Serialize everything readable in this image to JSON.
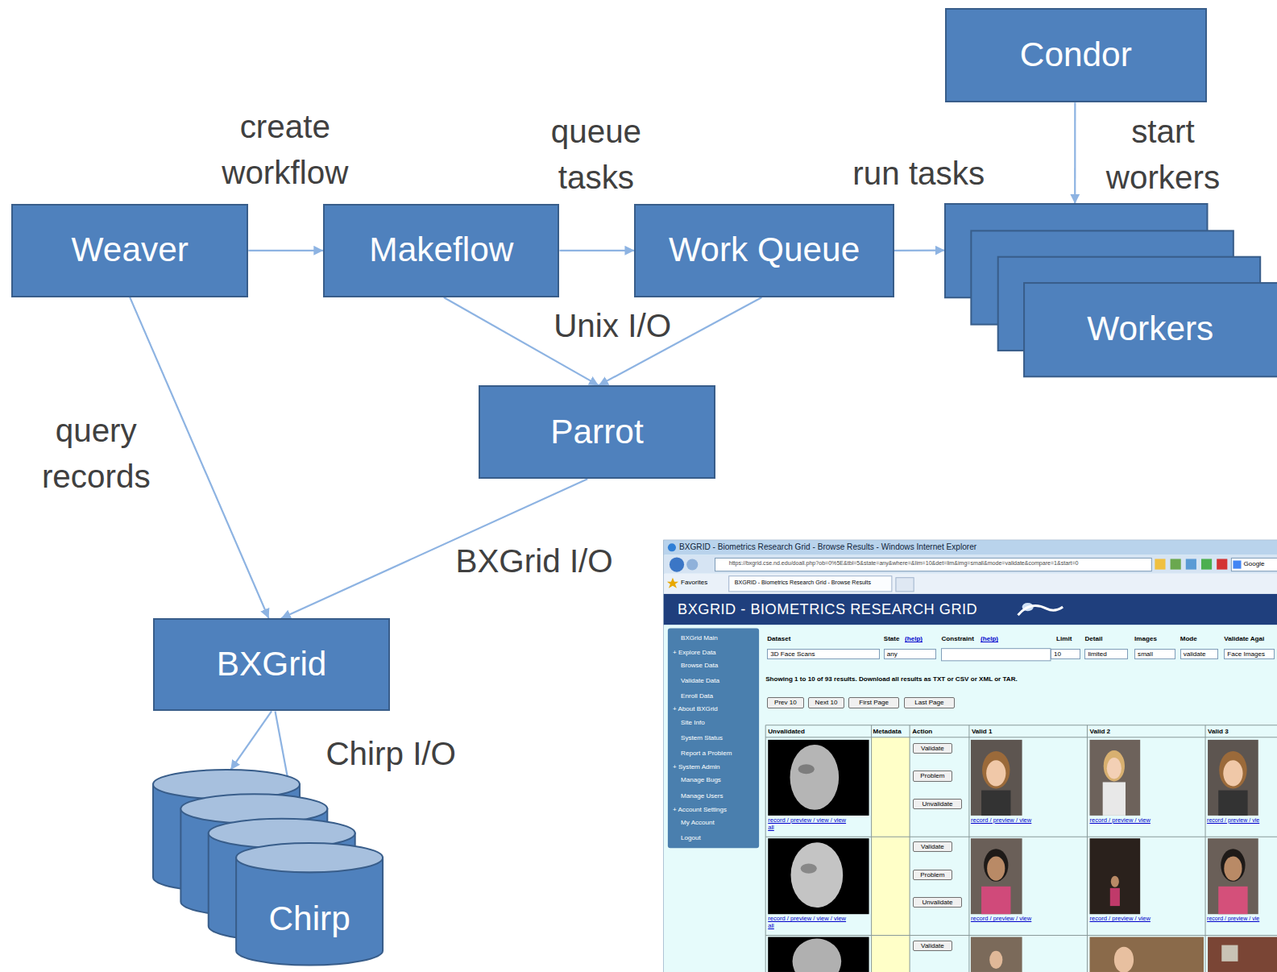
{
  "diagram": {
    "nodes": [
      {
        "text": [
          "Condor"
        ]
      },
      {
        "text": [
          "Weaver"
        ]
      },
      {
        "text": [
          "Makeflow"
        ]
      },
      {
        "text": [
          "Work Queue"
        ]
      },
      {
        "text": [
          "Workers"
        ]
      },
      {
        "text": [
          "Parrot"
        ]
      },
      {
        "text": [
          "BXGrid"
        ]
      },
      {
        "text": [
          "Chirp"
        ]
      }
    ],
    "edges": [
      {
        "from": 1,
        "to": 2,
        "label": "create workflow",
        "arrow": "to"
      },
      {
        "from": 2,
        "to": 3,
        "label": "queue tasks",
        "arrow": "to"
      },
      {
        "from": 3,
        "to": 4,
        "label": "run tasks",
        "arrow": "to"
      },
      {
        "from": 0,
        "to": 4,
        "label": "start workers",
        "arrow": "to"
      },
      {
        "from": 2,
        "to": 5,
        "label": "Unix I/O",
        "arrow": "to"
      },
      {
        "from": 3,
        "to": 5,
        "arrow": "to"
      },
      {
        "from": 1,
        "to": 6,
        "label": "query records",
        "arrow": "to"
      },
      {
        "from": 5,
        "to": 6,
        "label": "BXGrid I/O",
        "arrow": "to"
      },
      {
        "from": 6,
        "to": 7,
        "label": "Chirp I/O",
        "arrow": "to"
      },
      {
        "from": 6,
        "to": 7,
        "arrow": "to"
      }
    ],
    "labels": [
      "BXGRID - Biometrics Research Grid - Browse Results - Windows Internet Explorer",
      "https://bxgrid.cse.nd.edu/doall.php?ob=0%5E&tbl=5&state=any&where=&lim=10&det=lim&img=small&mode=validate&compare=1&start=0",
      "Google",
      "Favorites",
      "BXGRID - Biometrics Research Grid - Browse Results",
      "BXGRID - BIOMETRICS RESEARCH GRID",
      "BXGrid Main",
      "+ Explore Data",
      "Browse Data",
      "Validate Data",
      "Enroll Data",
      "+ About BXGrid",
      "Site Info",
      "System Status",
      "Report a Problem",
      "+ System Admin",
      "Manage Bugs",
      "Manage Users",
      "+ Account Settings",
      "My Account",
      "Logout",
      "Dataset",
      "State",
      "(help)",
      "Constraint",
      "(help)",
      "Limit",
      "Detail",
      "Images",
      "Mode",
      "Validate Agai",
      "3D Face Scans",
      "any",
      "10",
      "limited",
      "small",
      "validate",
      "Face Images",
      "Showing 1 to 10 of 93 results. Download all results as TXT or CSV or XML or TAR.",
      "Prev 10",
      "Next 10",
      "First Page",
      "Last Page",
      "Unvalidated",
      "Metadata",
      "Action",
      "Valid 1",
      "Valid 2",
      "Valid 3",
      "Validate",
      "Problem",
      "Unvalidate",
      "record / preview / view / view all",
      "record / preview / view",
      "record / preview / view",
      "record / preview / vie",
      "Validate",
      "Problem",
      "Unvalidate",
      "record / preview / view / view all",
      "record / preview / view",
      "record / preview / view",
      "record / preview / vie",
      "Validate"
    ]
  }
}
